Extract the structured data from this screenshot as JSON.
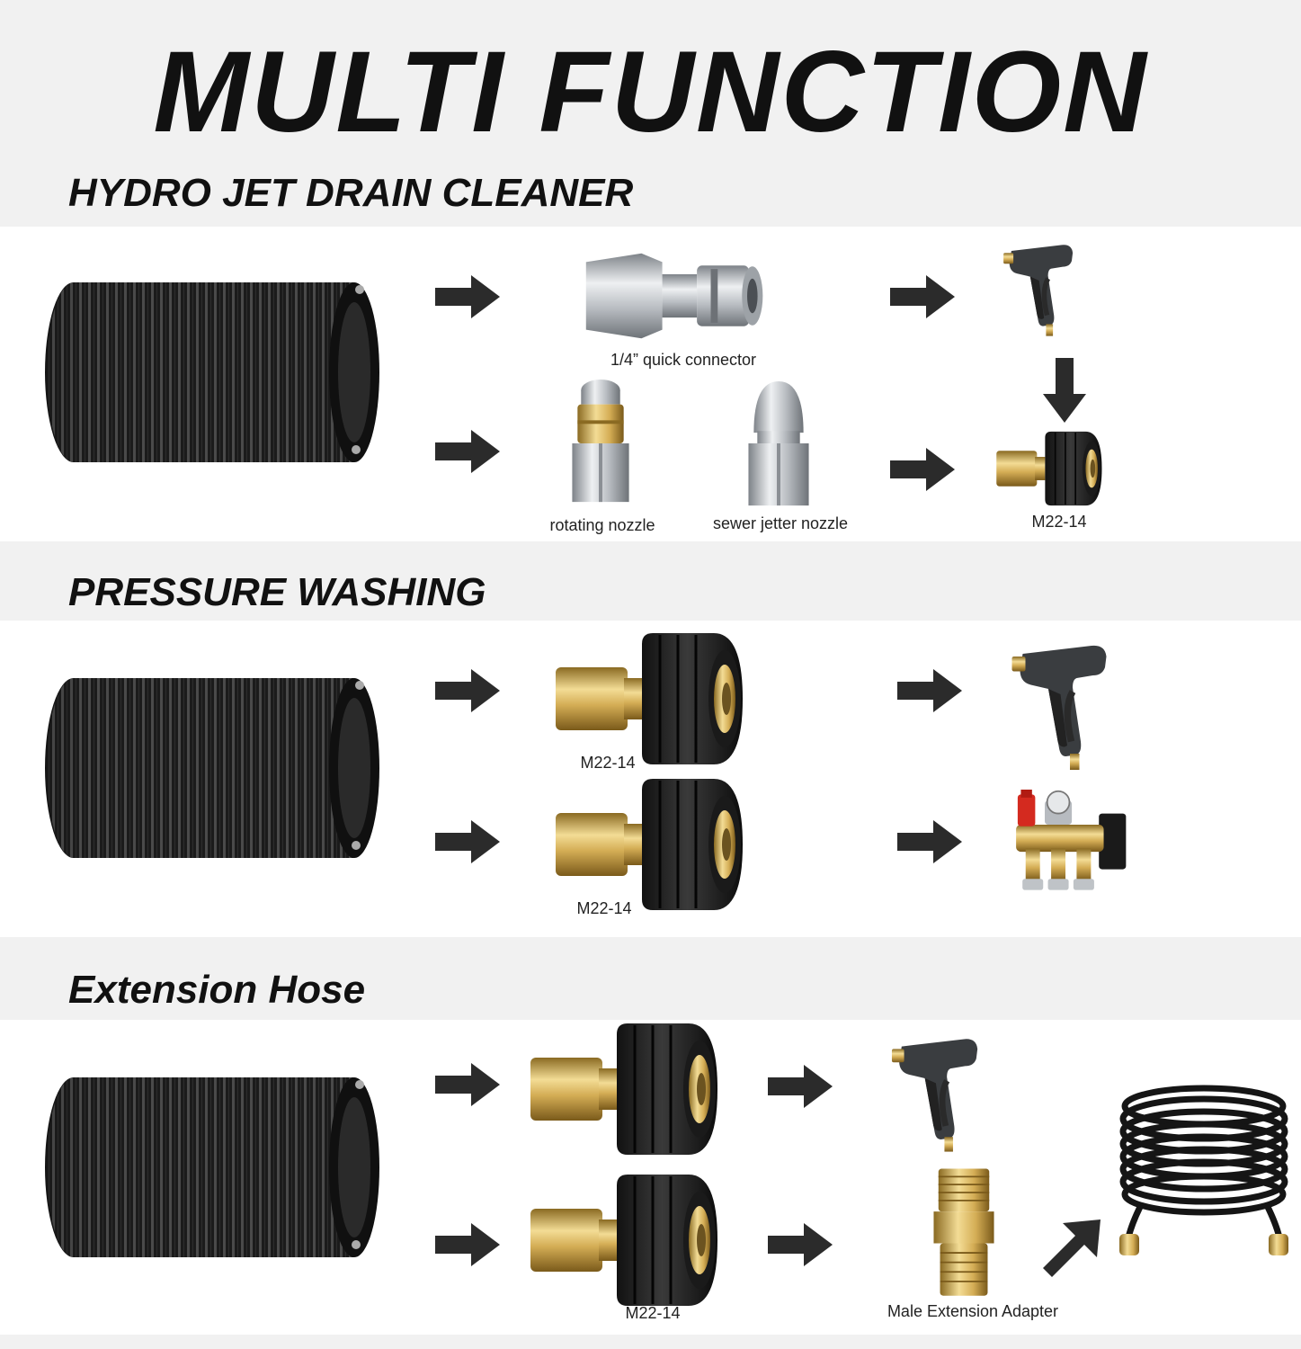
{
  "header": {
    "title": "MULTI FUNCTION"
  },
  "sections": {
    "hydro": {
      "title": "HYDRO JET DRAIN CLEANER",
      "labels": {
        "quick_connector": "1/4” quick connector",
        "rotating_nozzle": "rotating nozzle",
        "sewer_nozzle": "sewer jetter nozzle",
        "m22": "M22-14"
      }
    },
    "pressure": {
      "title": "PRESSURE WASHING",
      "labels": {
        "m22_top": "M22-14",
        "m22_bottom": "M22-14"
      }
    },
    "extension": {
      "title": "Extension Hose",
      "labels": {
        "m22": "M22-14",
        "male_adapter": "Male Extension Adapter"
      }
    }
  },
  "colors": {
    "background": "#f1f1f1",
    "band": "#ffffff",
    "arrow": "#2b2b2b",
    "brass": "#c9a24a",
    "hose": "#1e1e1e",
    "steel": "#bfc3c7"
  },
  "icons": [
    "hose-coil-icon",
    "quick-connector-icon",
    "spray-gun-icon",
    "rotating-nozzle-icon",
    "sewer-nozzle-icon",
    "m22-adapter-icon",
    "pump-icon",
    "male-adapter-icon",
    "extension-hose-icon",
    "arrow-right-icon",
    "arrow-down-icon",
    "arrow-up-right-icon"
  ]
}
